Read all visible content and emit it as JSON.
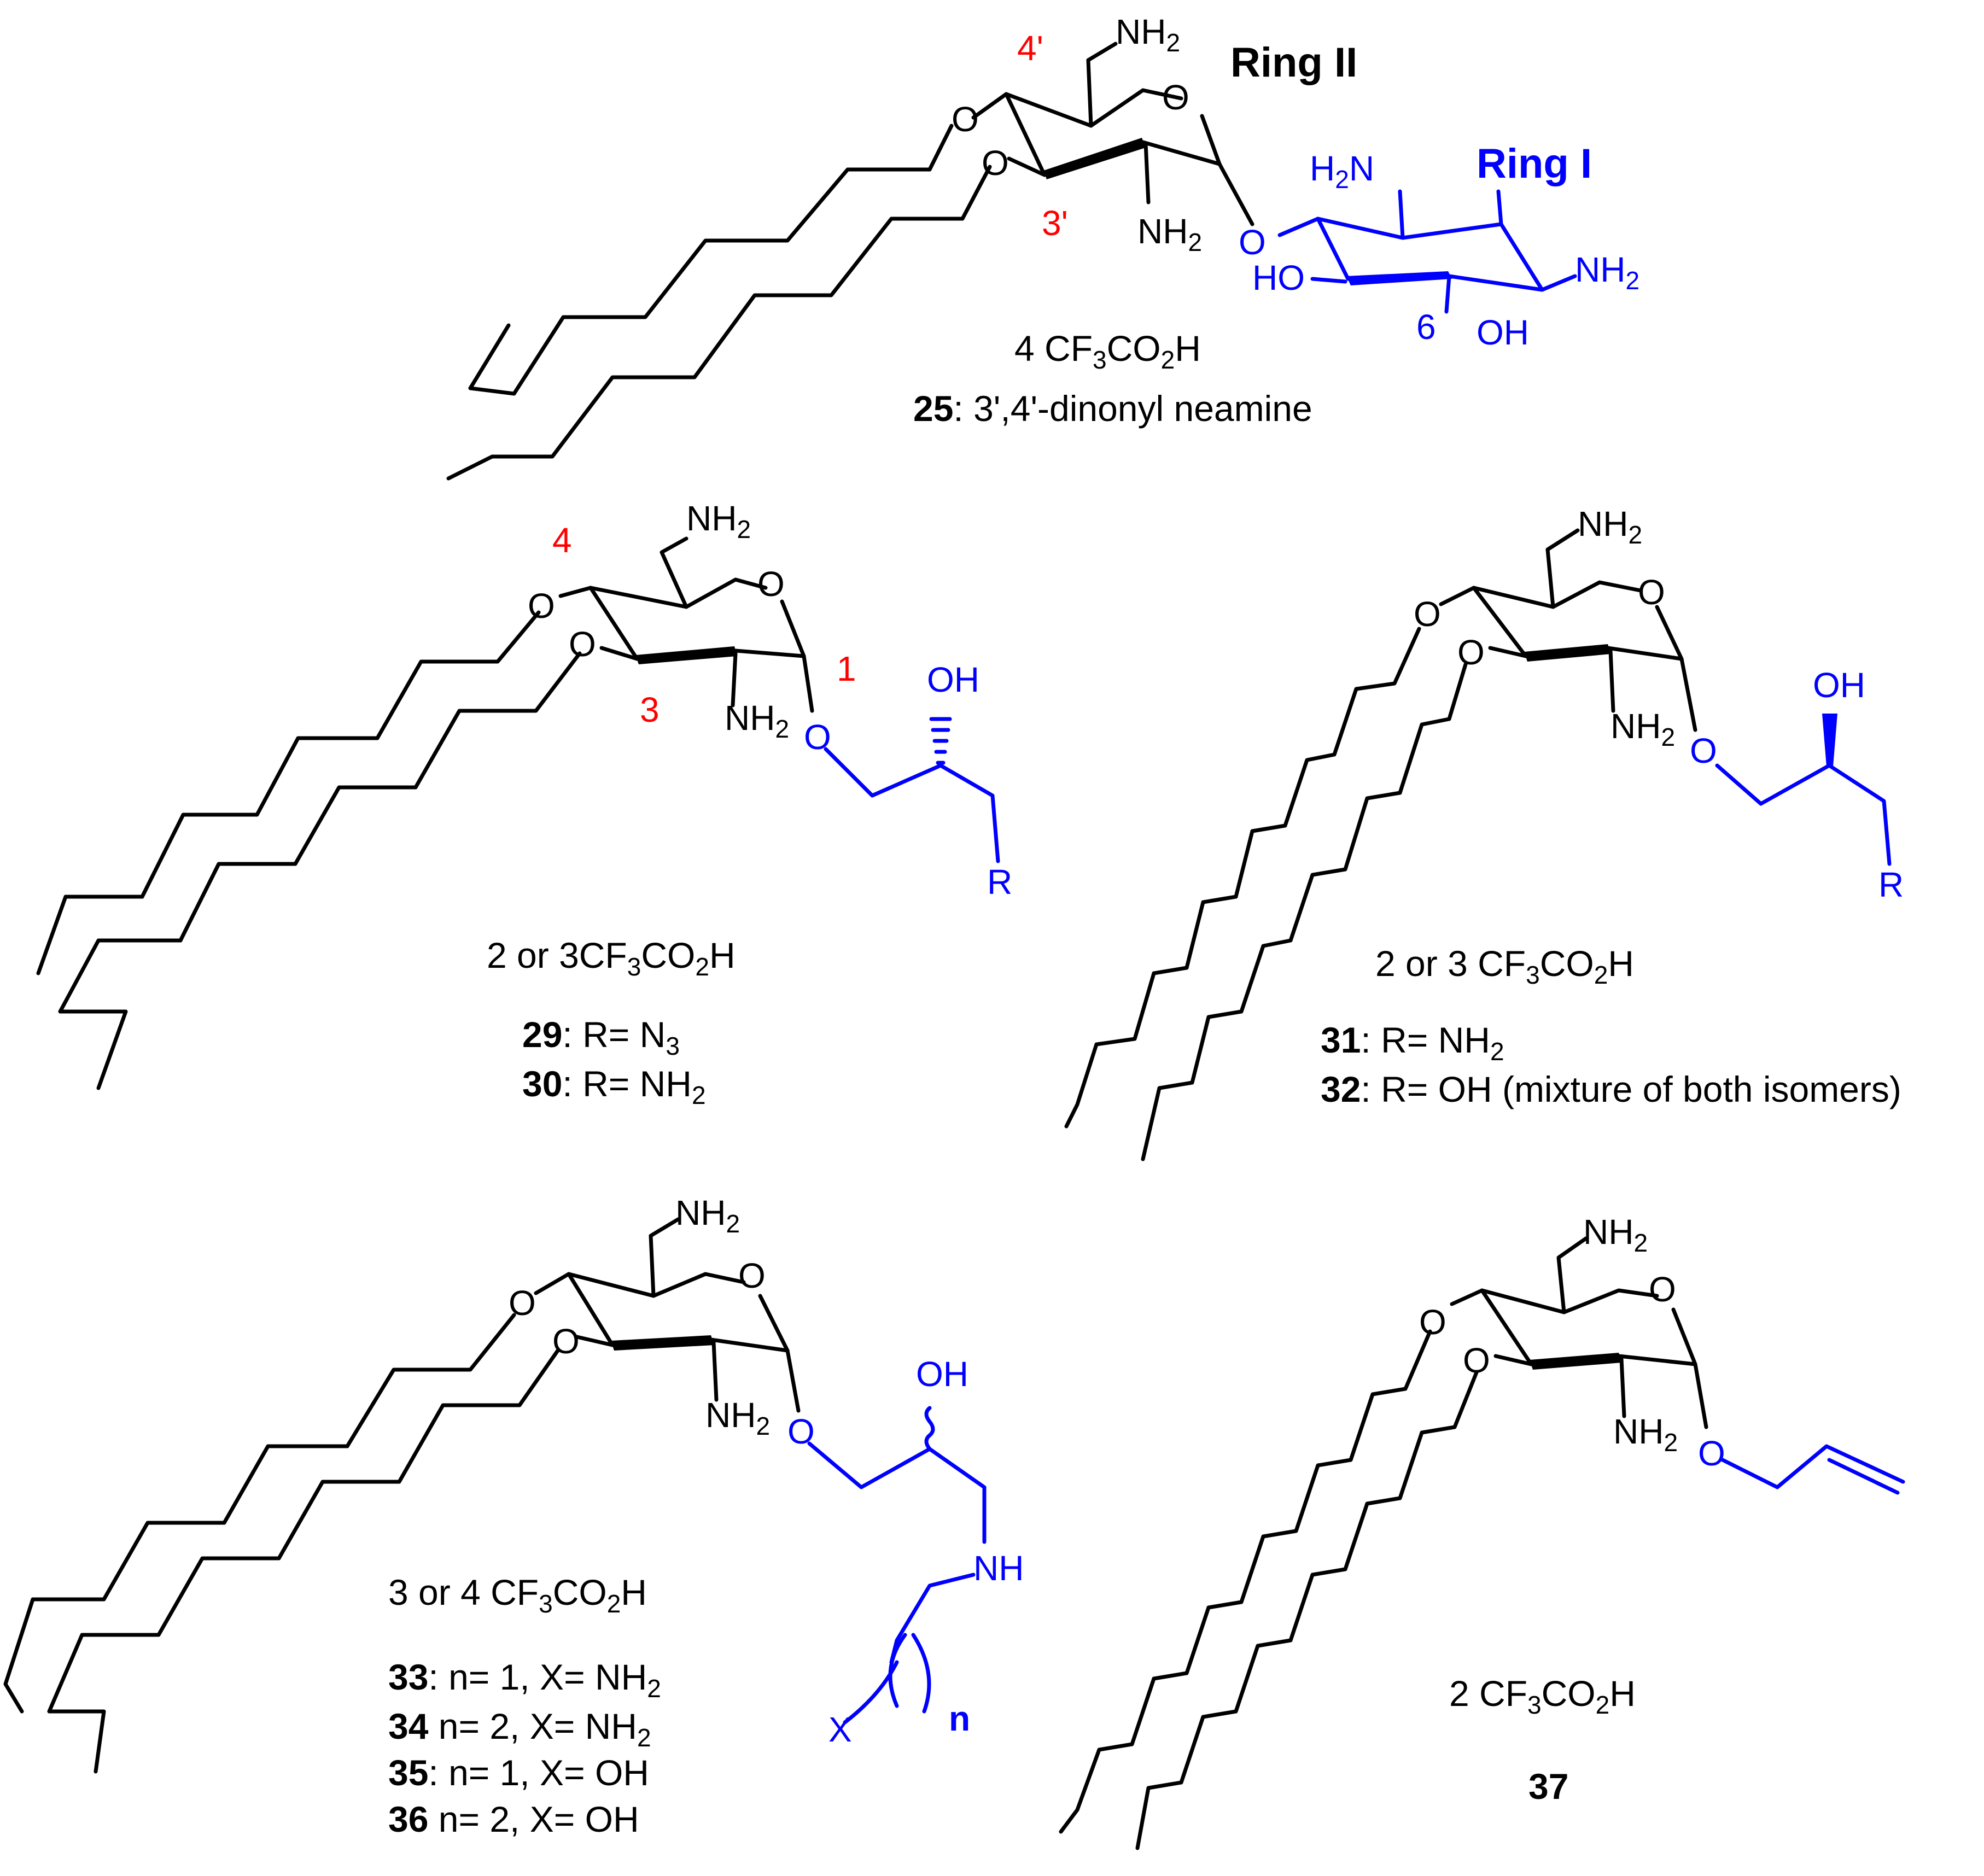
{
  "colors": {
    "default": "#000000",
    "highlight": "#0000ff",
    "position_labels": "#ff0000"
  },
  "atoms": {
    "nh2": "NH",
    "h2n": "H",
    "h2n_n": "N",
    "sub2": "2",
    "sub3": "3",
    "o": "O",
    "oh": "OH",
    "ho": "HO",
    "r": "R",
    "nh": "NH",
    "x": "X",
    "n": "n"
  },
  "rings": {
    "ring2": "Ring II",
    "ring1": "Ring I"
  },
  "positions": {
    "p4p": "4'",
    "p3p": "3'",
    "p6": "6",
    "p4": "4",
    "p3": "3",
    "p1": "1"
  },
  "compound25": {
    "salt_pre": "4 CF",
    "salt_mid": "CO",
    "salt_post": "H",
    "id": "25",
    "name": ": 3',4'-dinonyl neamine"
  },
  "compound29_30": {
    "salt_pre": "2 or 3CF",
    "salt_mid": "CO",
    "salt_post": "H",
    "id29": "29",
    "def29_pre": ": R= N",
    "id30": "30",
    "def30_pre": ": R= NH"
  },
  "compound31_32": {
    "salt_pre": "2 or 3 CF",
    "salt_mid": "CO",
    "salt_post": "H",
    "id31": "31",
    "def31_pre": ": R= NH",
    "id32": "32",
    "def32": ": R= OH  (mixture of both isomers)"
  },
  "compound33_36": {
    "salt_pre": "3 or 4 CF",
    "salt_mid": "CO",
    "salt_post": "H",
    "id33": "33",
    "def33_pre": ": n= 1, X= NH",
    "id34": "34",
    "def34_pre": " n= 2, X= NH",
    "id35": "35",
    "def35": ": n= 1, X= OH",
    "id36": "36",
    "def36": " n= 2, X= OH"
  },
  "compound37": {
    "salt_pre": "2 CF",
    "salt_mid": "CO",
    "salt_post": "H",
    "id": "37"
  }
}
